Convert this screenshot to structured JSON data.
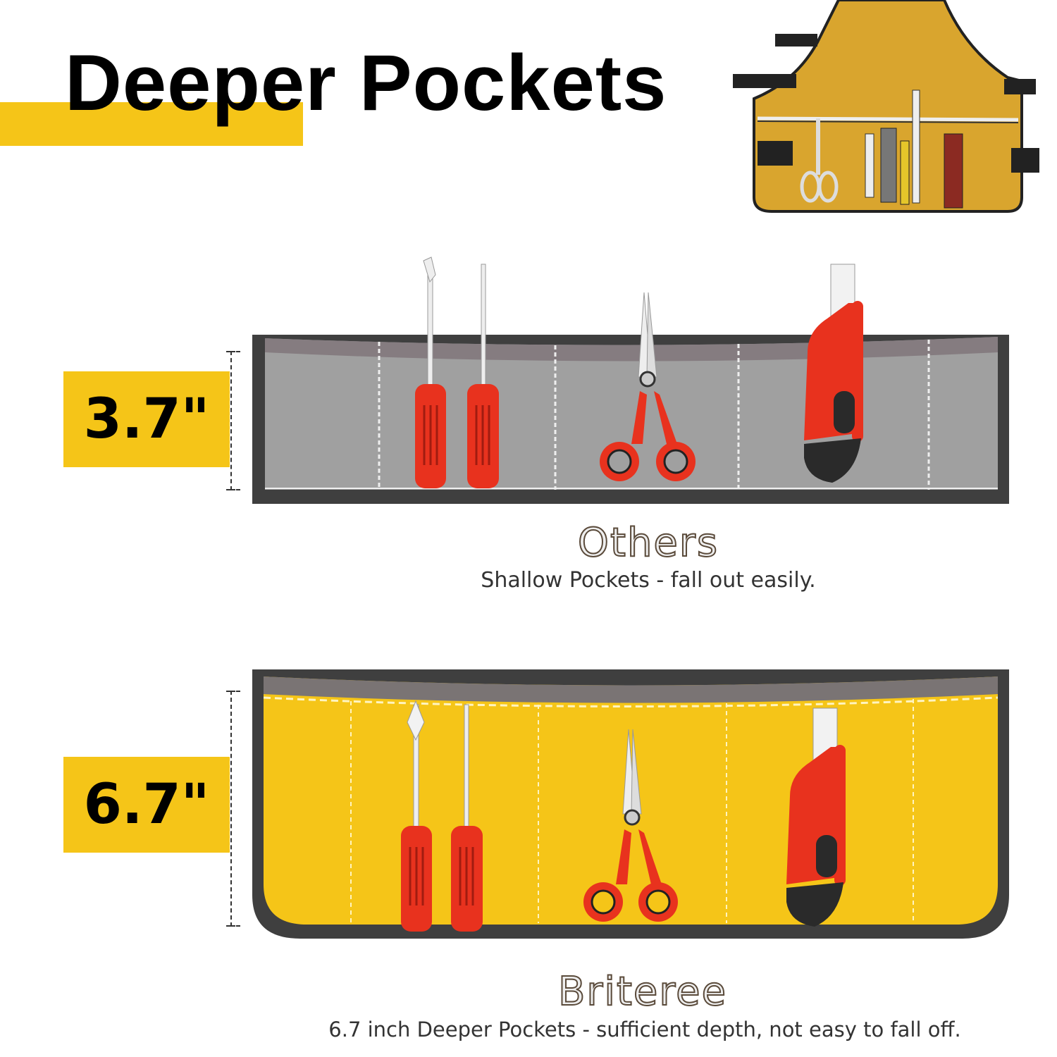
{
  "title": "Deeper Pockets",
  "colors": {
    "accent_yellow": "#f5c518",
    "pocket_gray": "#9e9e9e",
    "border_dark": "#3a3a3a",
    "tool_red": "#e8321e"
  },
  "others": {
    "depth_label": "3.7\"",
    "brand": "Others",
    "description": "Shallow Pockets - fall out easily.",
    "tools": [
      "screwdriver-flat",
      "screwdriver-phillips",
      "scissors",
      "utility-knife"
    ]
  },
  "briteree": {
    "depth_label": "6.7\"",
    "brand": "Briteree",
    "description": "6.7 inch Deeper Pockets -  sufficient depth, not easy to fall off.",
    "tools": [
      "screwdriver-flat",
      "screwdriver-phillips",
      "scissors",
      "utility-knife"
    ]
  },
  "product_image": {
    "name": "tool apron with tools"
  }
}
